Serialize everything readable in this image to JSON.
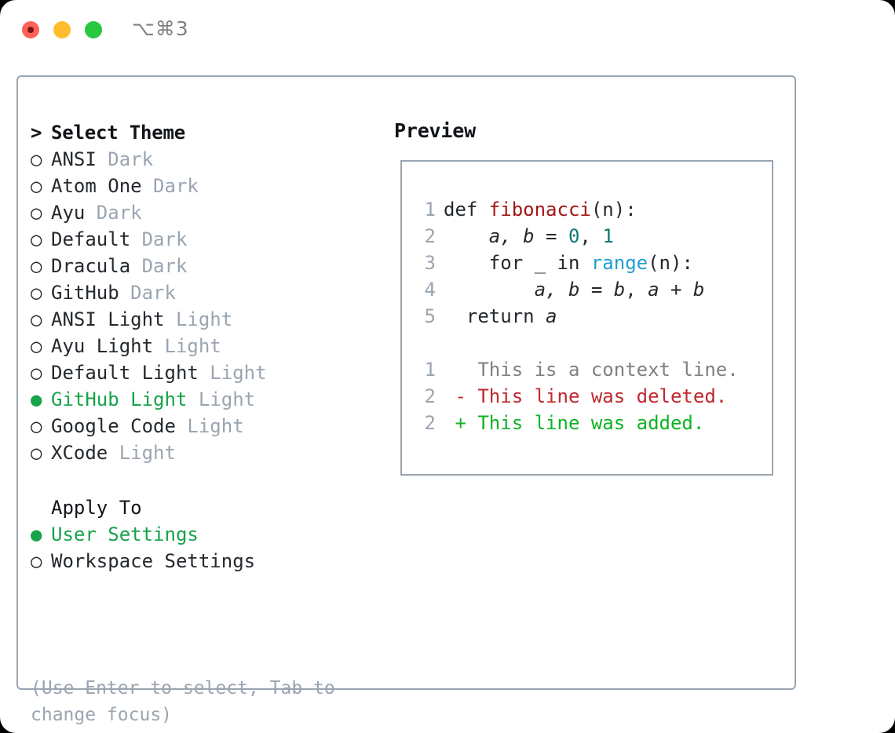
{
  "window": {
    "title": "⌥⌘3",
    "traffic_lights": [
      "close-red",
      "minimize-yellow",
      "zoom-green"
    ]
  },
  "theme_picker": {
    "header": "Select Theme",
    "caret": ">",
    "marker_unselected": "○",
    "marker_selected": "●",
    "selected_color": "#16a34a",
    "items": [
      {
        "name": "ANSI",
        "variant": "Dark",
        "selected": false
      },
      {
        "name": "Atom One",
        "variant": "Dark",
        "selected": false
      },
      {
        "name": "Ayu",
        "variant": "Dark",
        "selected": false
      },
      {
        "name": "Default",
        "variant": "Dark",
        "selected": false
      },
      {
        "name": "Dracula",
        "variant": "Dark",
        "selected": false
      },
      {
        "name": "GitHub",
        "variant": "Dark",
        "selected": false
      },
      {
        "name": "ANSI Light",
        "variant": "Light",
        "selected": false
      },
      {
        "name": "Ayu Light",
        "variant": "Light",
        "selected": false
      },
      {
        "name": "Default Light",
        "variant": "Light",
        "selected": false
      },
      {
        "name": "GitHub Light",
        "variant": "Light",
        "selected": true
      },
      {
        "name": "Google Code",
        "variant": "Light",
        "selected": false
      },
      {
        "name": "XCode",
        "variant": "Light",
        "selected": false
      }
    ]
  },
  "apply_to": {
    "header": "Apply To",
    "items": [
      {
        "name": "User Settings",
        "selected": true
      },
      {
        "name": "Workspace Settings",
        "selected": false
      }
    ]
  },
  "hint": "(Use Enter to select, Tab to change focus)",
  "preview": {
    "title": "Preview",
    "code_lines": [
      {
        "no": "1",
        "segments": [
          {
            "text": "def ",
            "style": "plain"
          },
          {
            "text": "fibonacci",
            "style": "fn"
          },
          {
            "text": "(n):",
            "style": "plain"
          }
        ]
      },
      {
        "no": "2",
        "segments": [
          {
            "text": "    ",
            "style": "plain"
          },
          {
            "text": "a, b",
            "style": "var"
          },
          {
            "text": " = ",
            "style": "plain"
          },
          {
            "text": "0",
            "style": "num"
          },
          {
            "text": ", ",
            "style": "plain"
          },
          {
            "text": "1",
            "style": "num"
          }
        ]
      },
      {
        "no": "3",
        "segments": [
          {
            "text": "    for _ in ",
            "style": "plain"
          },
          {
            "text": "range",
            "style": "builtin"
          },
          {
            "text": "(n):",
            "style": "plain"
          }
        ]
      },
      {
        "no": "4",
        "segments": [
          {
            "text": "        ",
            "style": "plain"
          },
          {
            "text": "a, b",
            "style": "var"
          },
          {
            "text": " = ",
            "style": "plain"
          },
          {
            "text": "b",
            "style": "var"
          },
          {
            "text": ", ",
            "style": "plain"
          },
          {
            "text": "a",
            "style": "var"
          },
          {
            "text": " + ",
            "style": "plain"
          },
          {
            "text": "b",
            "style": "var"
          }
        ]
      },
      {
        "no": "5",
        "segments": [
          {
            "text": "  return ",
            "style": "plain"
          },
          {
            "text": "a",
            "style": "var"
          }
        ]
      }
    ],
    "diff_lines": [
      {
        "no": "1",
        "marker": " ",
        "text": "This is a context line.",
        "kind": "context"
      },
      {
        "no": "2",
        "marker": "-",
        "text": "This line was deleted.",
        "kind": "delete"
      },
      {
        "no": "2",
        "marker": "+",
        "text": "This line was added.",
        "kind": "add"
      }
    ],
    "colors": {
      "function": "#a31515",
      "number": "#0b7a73",
      "builtin": "#1f9fd1",
      "diff_context": "#808080",
      "diff_delete": "#c0272d",
      "diff_add": "#0fb323",
      "line_number": "#9aa5b1",
      "border": "#9aa5b1"
    }
  }
}
